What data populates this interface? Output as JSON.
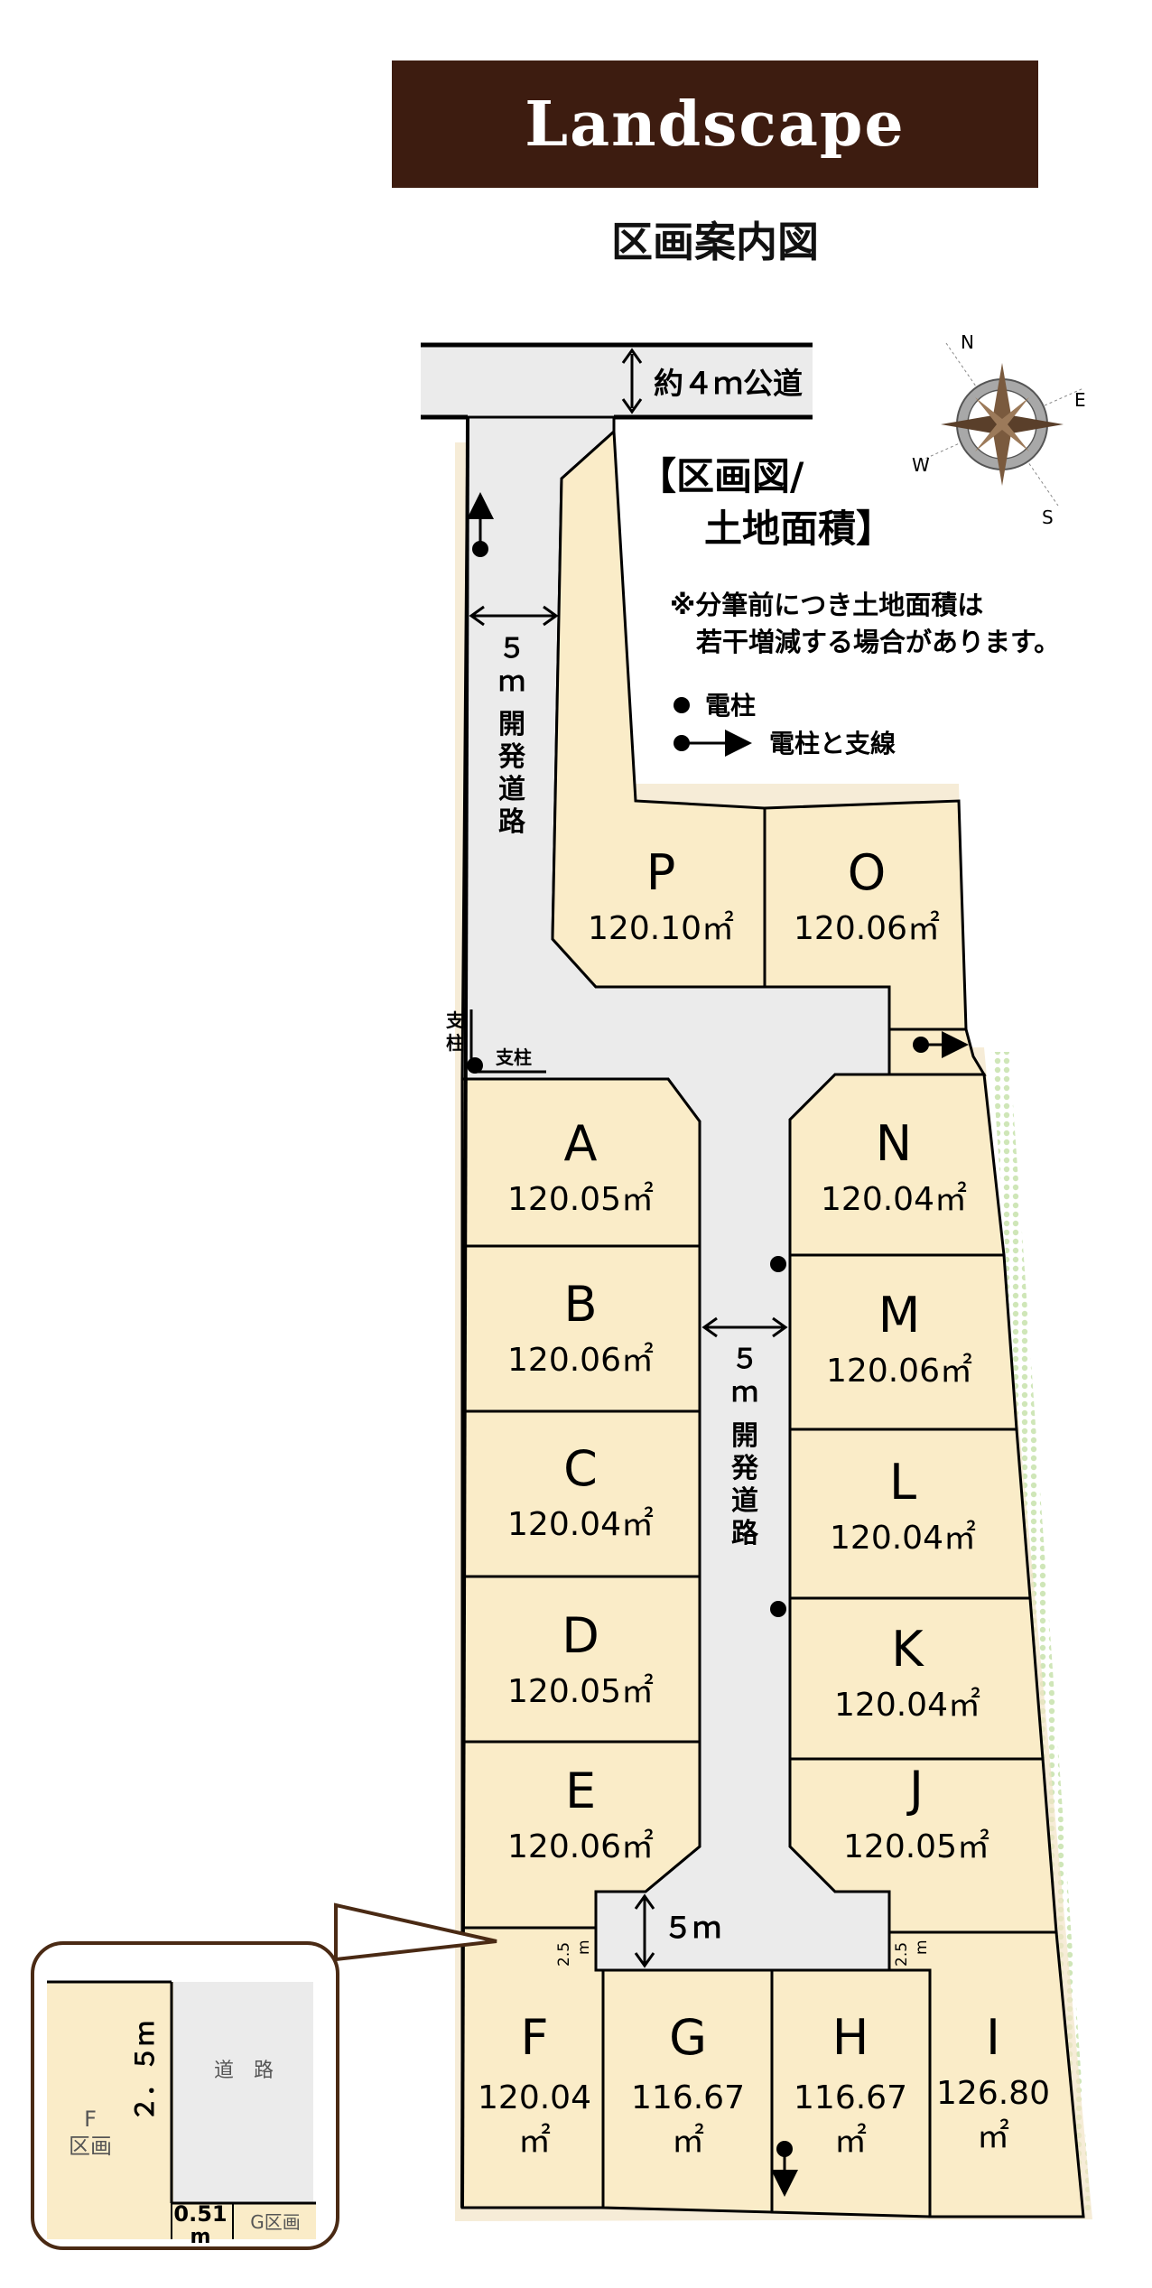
{
  "header": {
    "banner": "Landscape",
    "subtitle": "区画案内図"
  },
  "legend": {
    "title_line1": "【区画図/",
    "title_line2": "土地面積】",
    "note_line1": "※分筆前につき土地面積は",
    "note_line2": "若干増減する場合があります。",
    "pole_label": "電柱",
    "pole_guy_label": "電柱と支線"
  },
  "roads": {
    "public_road": "約４ｍ公道",
    "dev_road_width": "５",
    "dev_road_unit": "ｍ",
    "dev_road_chars": [
      "開",
      "発",
      "道",
      "路"
    ],
    "turnaround_width": "５ｍ",
    "strut": "支柱",
    "small_dim": "2.5",
    "small_unit": "m"
  },
  "compass": {
    "n": "N",
    "e": "E",
    "s": "S",
    "w": "W"
  },
  "lots": [
    {
      "id": "P",
      "area": "120.10㎡"
    },
    {
      "id": "O",
      "area": "120.06㎡"
    },
    {
      "id": "A",
      "area": "120.05㎡"
    },
    {
      "id": "B",
      "area": "120.06㎡"
    },
    {
      "id": "C",
      "area": "120.04㎡"
    },
    {
      "id": "D",
      "area": "120.05㎡"
    },
    {
      "id": "E",
      "area": "120.06㎡"
    },
    {
      "id": "N",
      "area": "120.04㎡"
    },
    {
      "id": "M",
      "area": "120.06㎡"
    },
    {
      "id": "L",
      "area": "120.04㎡"
    },
    {
      "id": "K",
      "area": "120.04㎡"
    },
    {
      "id": "J",
      "area": "120.05㎡"
    },
    {
      "id": "F",
      "area": "120.04",
      "unit": "㎡"
    },
    {
      "id": "G",
      "area": "116.67",
      "unit": "㎡"
    },
    {
      "id": "H",
      "area": "116.67",
      "unit": "㎡"
    },
    {
      "id": "I",
      "area": "126.80",
      "unit": "㎡"
    }
  ],
  "inset": {
    "dim_v": "２．５ｍ",
    "road": "道　路",
    "lot_f_line1": "F",
    "lot_f_line2": "区画",
    "dim_h": "0.51",
    "dim_h_unit": "m",
    "lot_g": "G区画"
  },
  "colors": {
    "lot_fill": "#faecc8",
    "road_fill": "#ebebeb",
    "banner": "#3d1c10",
    "green_strip": "#cfe6b8"
  }
}
